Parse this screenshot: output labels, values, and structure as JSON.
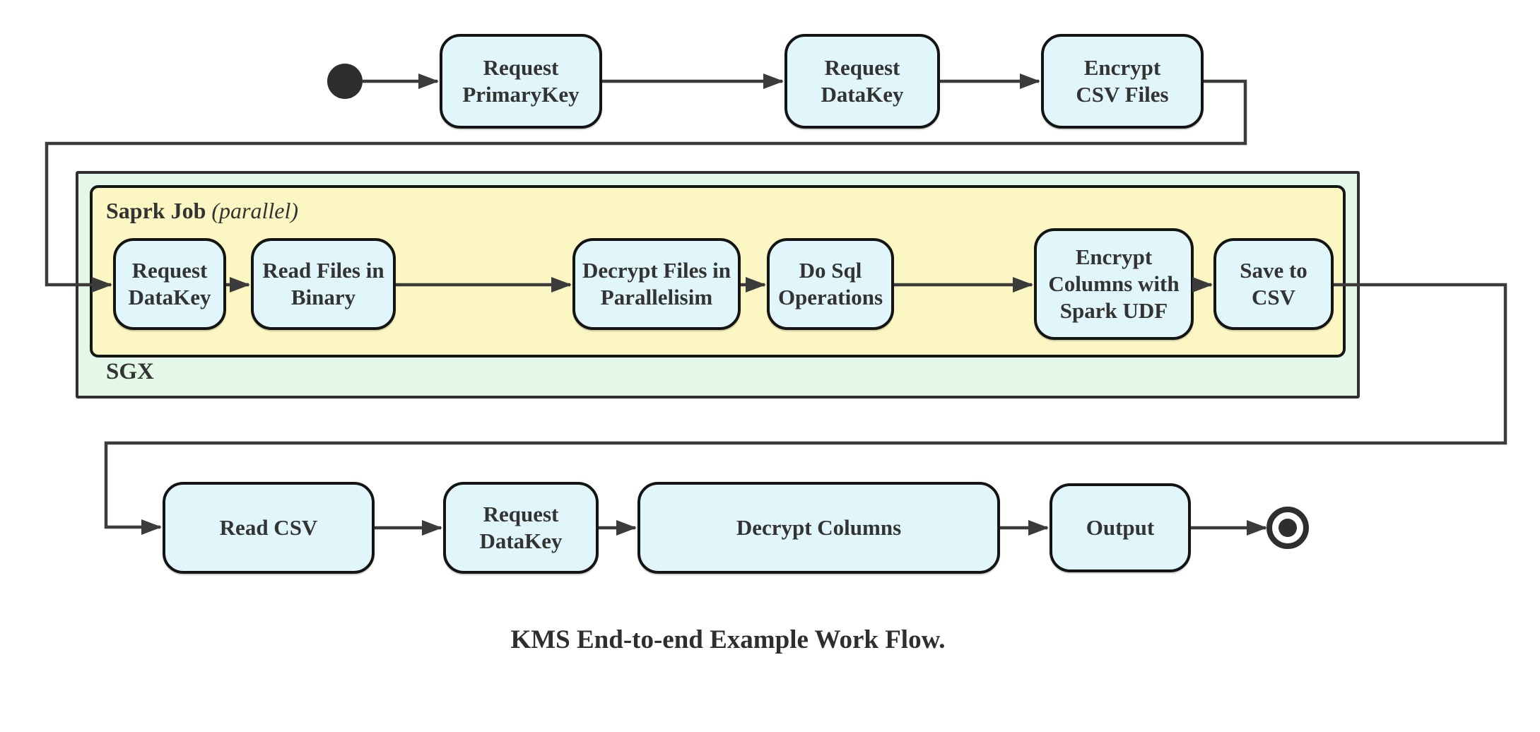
{
  "diagram": {
    "caption": "KMS End-to-end Example Work Flow.",
    "containers": {
      "sgx": {
        "label": "SGX"
      },
      "spark_job": {
        "label_bold": "Saprk Job",
        "label_italic": "(parallel)"
      }
    },
    "nodes": {
      "top": [
        {
          "id": "request-primarykey",
          "label": "Request\nPrimaryKey"
        },
        {
          "id": "request-datakey",
          "label": "Request\nDataKey"
        },
        {
          "id": "encrypt-csv-files",
          "label": "Encrypt\nCSV Files"
        }
      ],
      "spark": [
        {
          "id": "spark-request-datakey",
          "label": "Request\nDataKey"
        },
        {
          "id": "read-files-in-binary",
          "label": "Read Files in\nBinary"
        },
        {
          "id": "decrypt-files-in-parallelisim",
          "label": "Decrypt Files in\nParallelisim"
        },
        {
          "id": "do-sql-operations",
          "label": "Do Sql\nOperations"
        },
        {
          "id": "encrypt-columns-with-spark-udf",
          "label": "Encrypt\nColumns with\nSpark UDF"
        },
        {
          "id": "save-to-csv",
          "label": "Save to CSV"
        }
      ],
      "bottom": [
        {
          "id": "read-csv",
          "label": "Read CSV"
        },
        {
          "id": "bottom-request-datakey",
          "label": "Request DataKey"
        },
        {
          "id": "decrypt-columns",
          "label": "Decrypt Columns"
        },
        {
          "id": "output",
          "label": "Output"
        }
      ]
    },
    "colors": {
      "node_fill": "#e1f6fa",
      "yellow_fill": "#fcf6c3",
      "green_fill": "#e3f8e6",
      "line": "#3b3b3b",
      "text": "#333333"
    }
  }
}
